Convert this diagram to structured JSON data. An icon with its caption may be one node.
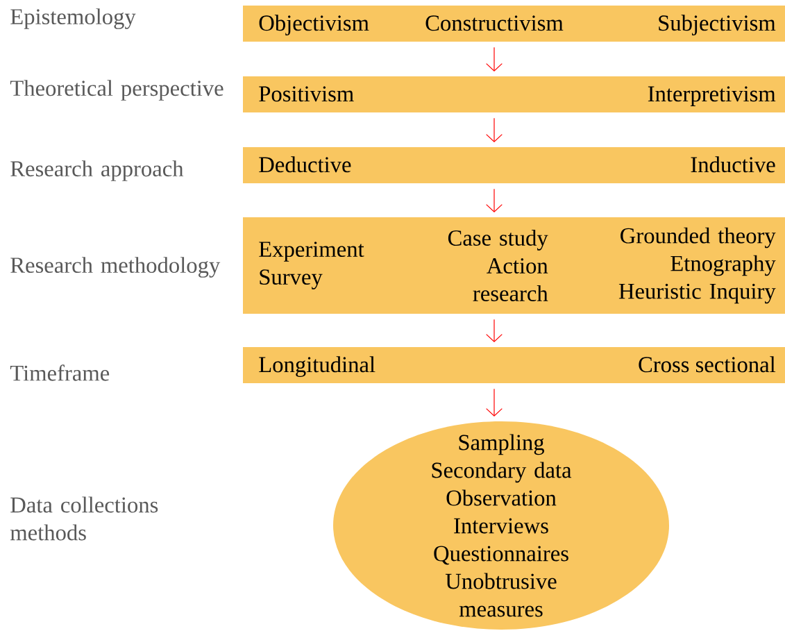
{
  "diagram": {
    "nodes": [
      {
        "text": [
          "Objectivism",
          "Constructivism",
          "Subjectivism"
        ]
      },
      {
        "text": [
          "Positivism",
          "Interpretivism"
        ]
      },
      {
        "text": [
          "Deductive",
          "Inductive"
        ]
      },
      {
        "text": [
          "Experiment Survey",
          "Case study Action research",
          "Grounded theory Etnography Heuristic Inquiry"
        ]
      },
      {
        "text": [
          "Longitudinal",
          "Cross sectional"
        ]
      },
      {
        "text": [
          "Sampling",
          "Secondary data",
          "Observation",
          "Interviews",
          "Questionnaires",
          "Unobtrusive measures"
        ]
      }
    ],
    "labels": [
      "Epistemology",
      "Theoretical perspective",
      "Research approach",
      "Research methodology",
      "Timeframe",
      "Data collections methods"
    ],
    "edges": [
      {
        "from": 0,
        "to": 1,
        "arrow": "to"
      },
      {
        "from": 1,
        "to": 2,
        "arrow": "to"
      },
      {
        "from": 2,
        "to": 3,
        "arrow": "to"
      },
      {
        "from": 3,
        "to": 4,
        "arrow": "to"
      },
      {
        "from": 4,
        "to": 5,
        "arrow": "to"
      }
    ]
  }
}
